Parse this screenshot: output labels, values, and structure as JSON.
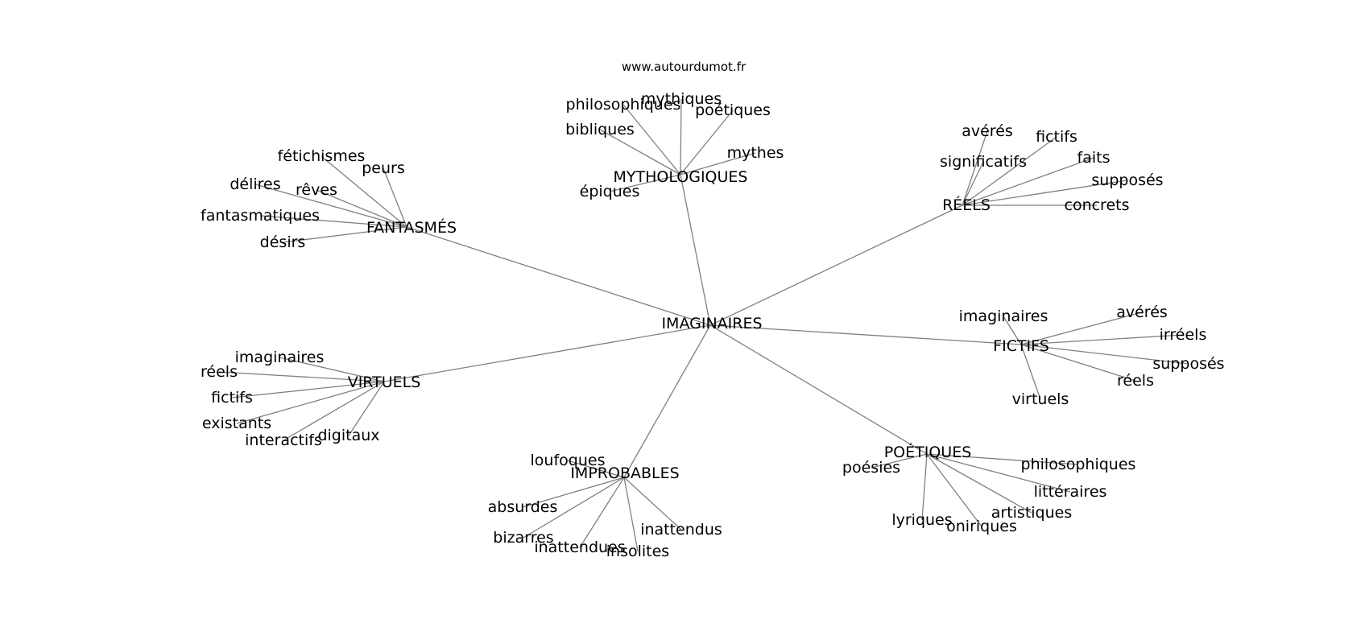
{
  "source": "www.autourdumot.fr",
  "root": "IMAGINAIRES",
  "clusters": [
    {
      "id": "mythologiques",
      "label": "MYTHOLOGIQUES",
      "children": [
        "philosophiques",
        "mythiques",
        "poétiques",
        "bibliques",
        "mythes",
        "épiques"
      ]
    },
    {
      "id": "fantasmes",
      "label": "FANTASMÉS",
      "children": [
        "fétichismes",
        "peurs",
        "délires",
        "rêves",
        "fantasmatiques",
        "désirs"
      ]
    },
    {
      "id": "reels",
      "label": "RÉELS",
      "children": [
        "avérés",
        "fictifs",
        "significatifs",
        "faits",
        "supposés",
        "concrets"
      ]
    },
    {
      "id": "fictifs",
      "label": "FICTIFS",
      "children": [
        "imaginaires",
        "avérés",
        "irréels",
        "supposés",
        "réels",
        "virtuels"
      ]
    },
    {
      "id": "virtuels",
      "label": "VIRTUELS",
      "children": [
        "imaginaires",
        "réels",
        "fictifs",
        "existants",
        "interactifs",
        "digitaux"
      ]
    },
    {
      "id": "improbables",
      "label": "IMPROBABLES",
      "children": [
        "loufoques",
        "absurdes",
        "bizarres",
        "inattendues",
        "insolites",
        "inattendus"
      ]
    },
    {
      "id": "poetiques",
      "label": "POÉTIQUES",
      "children": [
        "poésies",
        "philosophiques",
        "littéraires",
        "artistiques",
        "lyriques",
        "oniriques"
      ]
    }
  ]
}
